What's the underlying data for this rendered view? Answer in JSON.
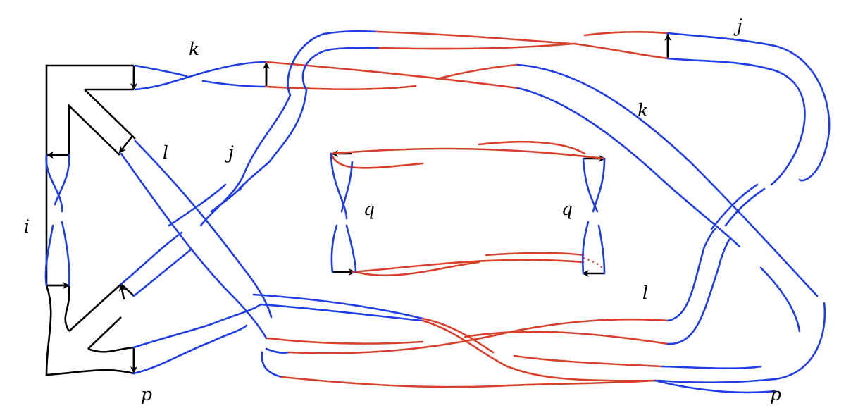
{
  "colors": {
    "blue": "#1f3de6",
    "red": "#d9402b",
    "black": "#000000",
    "background": "#ffffff"
  },
  "labels": {
    "k_top": "k",
    "k_right": "k",
    "l_left": "l",
    "l_right": "l",
    "j_left": "j",
    "j_top": "j",
    "i": "i",
    "p_left": "p",
    "p_right": "p",
    "q_left": "q",
    "q_right": "q"
  }
}
